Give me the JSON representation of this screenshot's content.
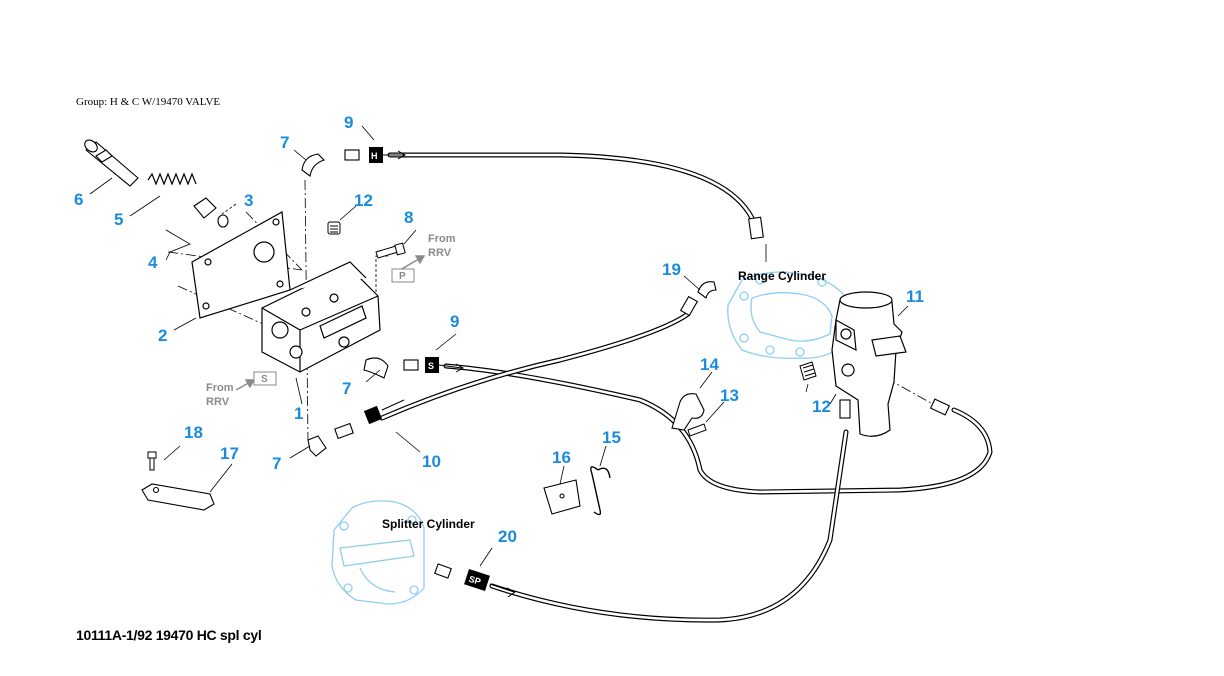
{
  "header": {
    "group_title": "Group: H & C W/19470 VALVE"
  },
  "footer": {
    "figure_id": "10111A-1/92 19470 HC spl cyl"
  },
  "colors": {
    "callout": "#1a8ce0",
    "ghost": "#8ecdf2",
    "line": "#000000",
    "label_gray": "#8a8a8a"
  },
  "callouts": {
    "n1": "1",
    "n2": "2",
    "n3": "3",
    "n4": "4",
    "n5": "5",
    "n6": "6",
    "n7a": "7",
    "n7b": "7",
    "n7c": "7",
    "n8": "8",
    "n9a": "9",
    "n9b": "9",
    "n10": "10",
    "n11": "11",
    "n12a": "12",
    "n12b": "12",
    "n13": "13",
    "n14": "14",
    "n15": "15",
    "n16": "16",
    "n17": "17",
    "n18": "18",
    "n19": "19",
    "n20": "20"
  },
  "labels": {
    "range_cylinder": "Range Cylinder",
    "splitter_cylinder": "Splitter  Cylinder",
    "from_rrv_top_1": "From",
    "from_rrv_top_2": "RRV",
    "from_rrv_left_1": "From",
    "from_rrv_left_2": "RRV",
    "port_p": "P",
    "port_s": "S",
    "tag_h": "H",
    "tag_s": "S",
    "tag_sp": "SP"
  }
}
